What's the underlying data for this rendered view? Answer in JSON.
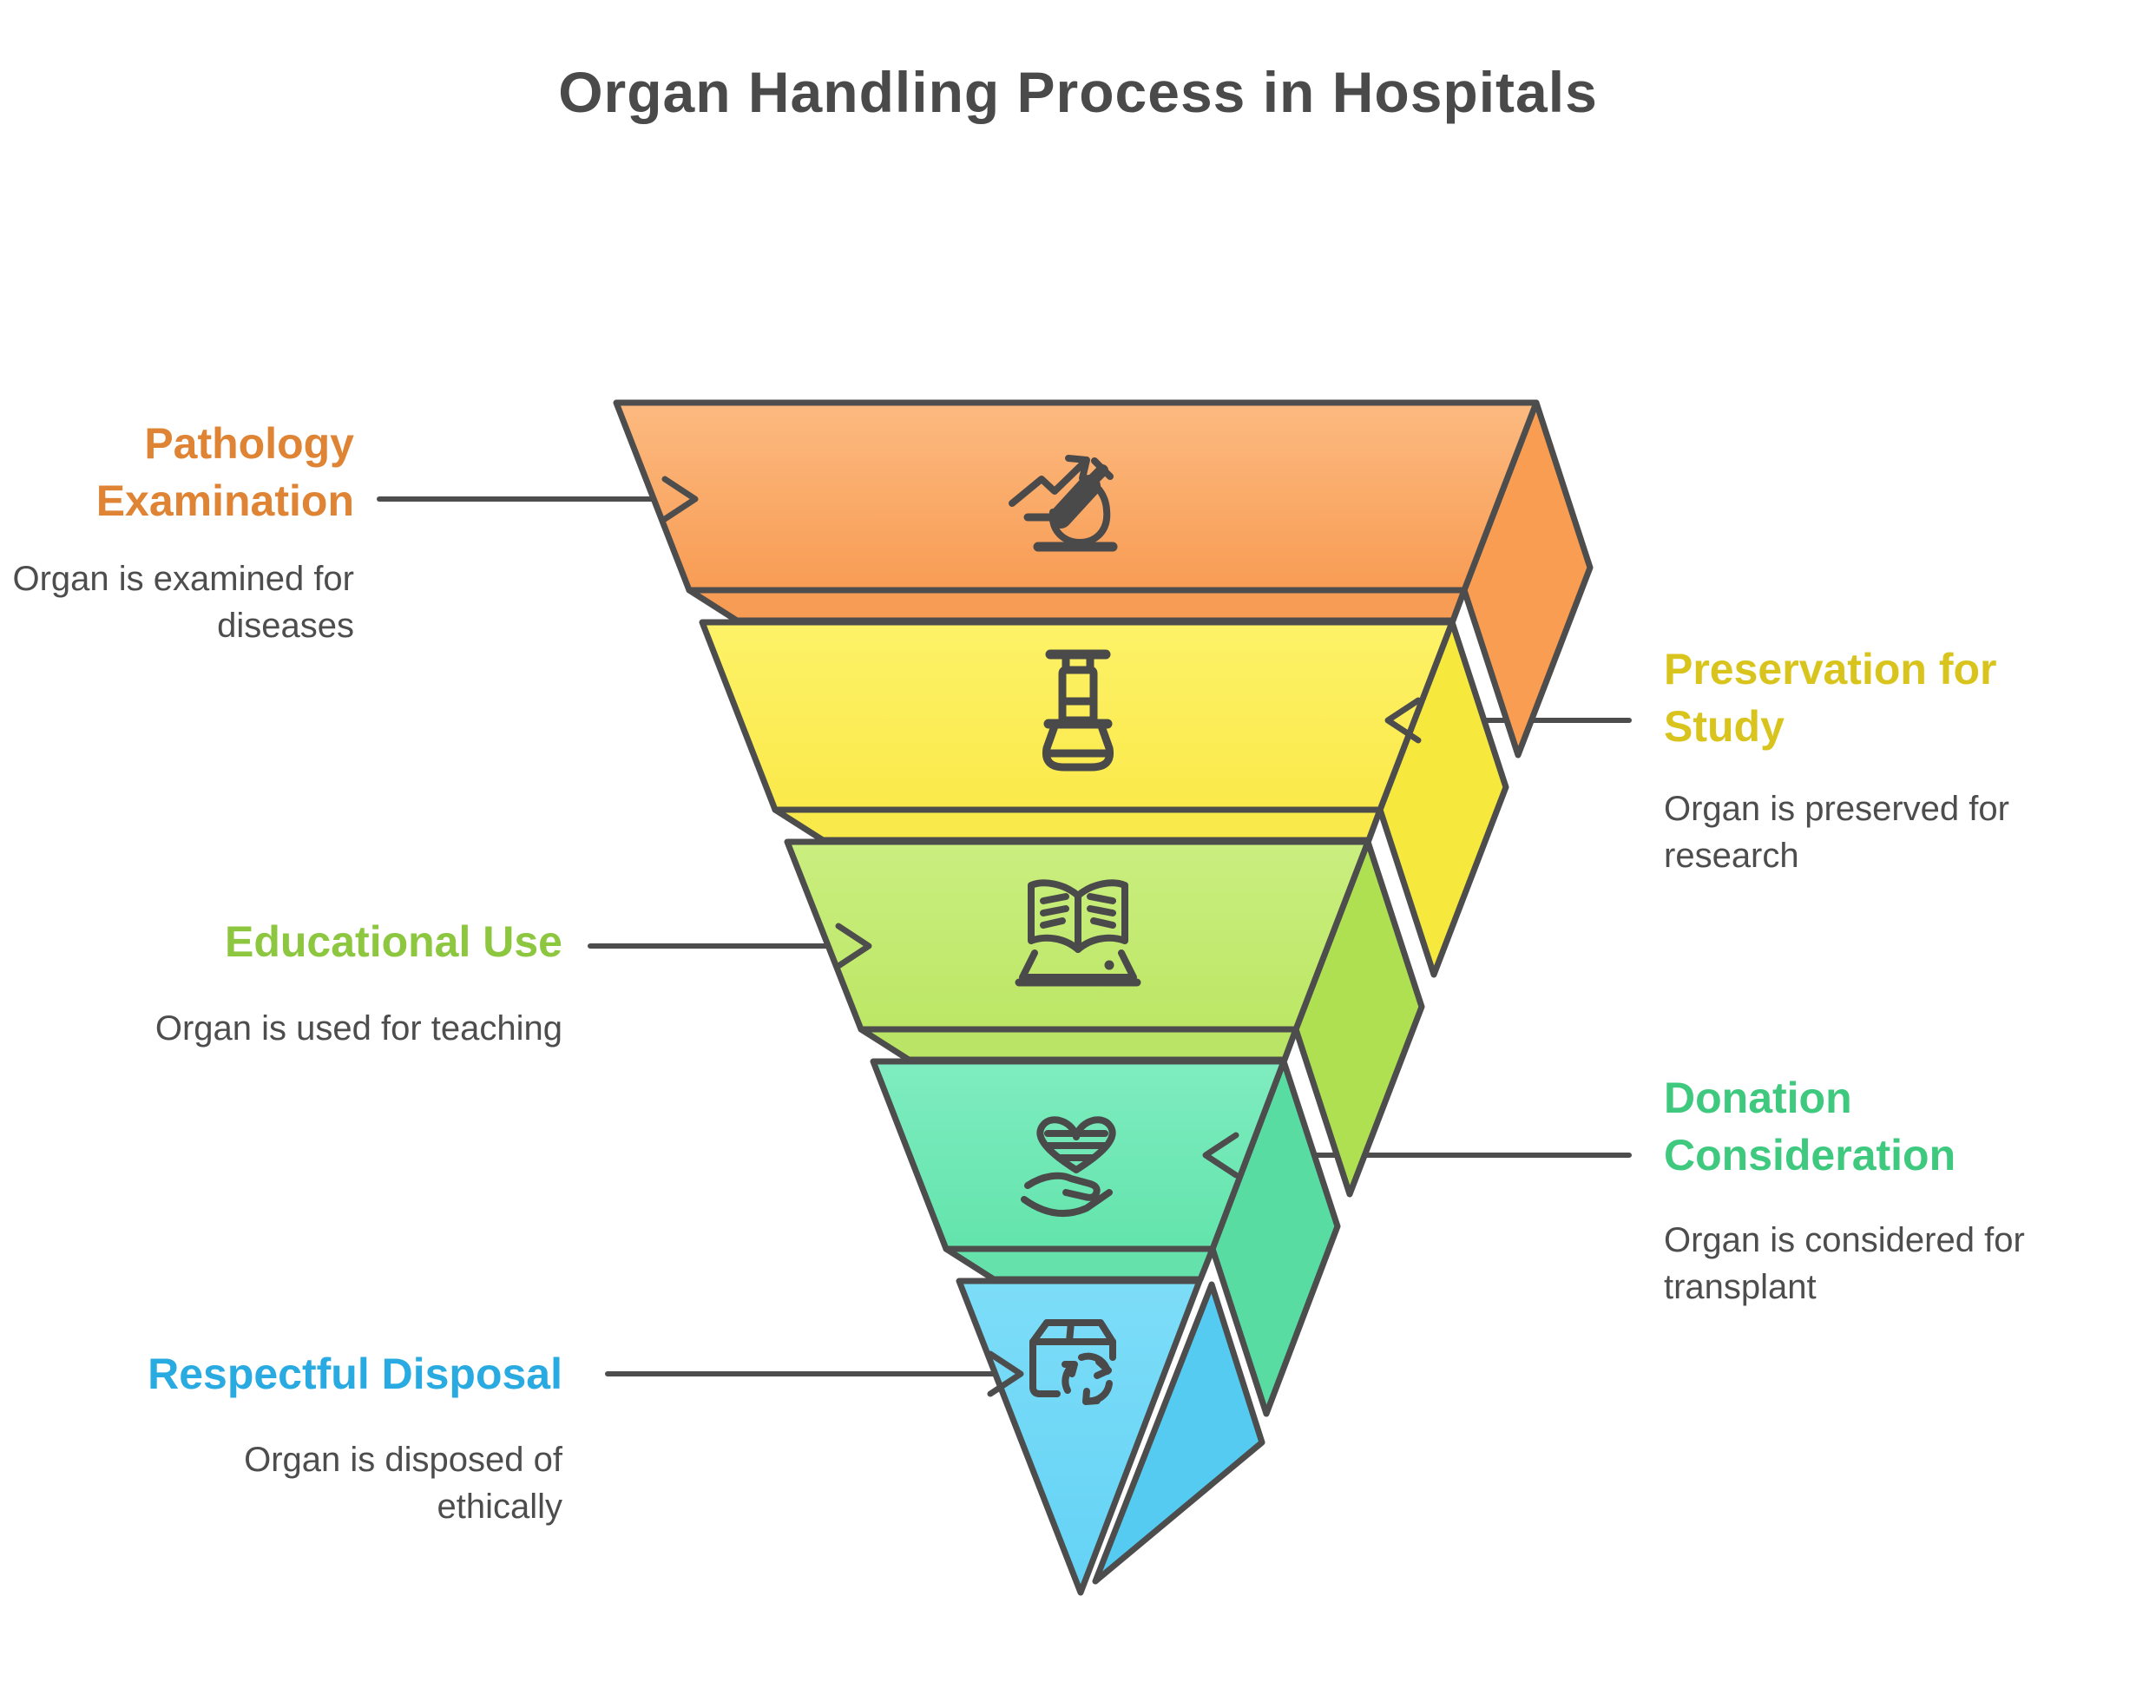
{
  "title": "Organ Handling Process in Hospitals",
  "stages": [
    {
      "label": "Pathology Examination",
      "description": "Organ is examined for diseases",
      "label_color": "#DE8434",
      "fill": "#FAAB66",
      "side_fill": "#F89D52",
      "icon": "microscope-icon",
      "label_side": "left"
    },
    {
      "label": "Preservation for Study",
      "description": "Organ is preserved for research",
      "label_color": "#D9C41E",
      "fill": "#FBEE55",
      "side_fill": "#F7E83D",
      "icon": "specimen-jar-icon",
      "label_side": "right"
    },
    {
      "label": "Educational Use",
      "description": "Organ is used for teaching",
      "label_color": "#8DC63F",
      "fill": "#C2EA6F",
      "side_fill": "#AFE051",
      "icon": "open-book-icon",
      "label_side": "left"
    },
    {
      "label": "Donation Consideration",
      "description": "Organ is considered for transplant",
      "label_color": "#3EC97F",
      "fill": "#6FE8B7",
      "side_fill": "#58DCA2",
      "icon": "heart-in-hand-icon",
      "label_side": "right"
    },
    {
      "label": "Respectful Disposal",
      "description": "Organ is disposed of ethically",
      "label_color": "#29ABE2",
      "fill": "#6FD7F6",
      "side_fill": "#55CBF1",
      "icon": "recycle-box-icon",
      "label_side": "left"
    }
  ],
  "colors": {
    "outline": "#4D4D4D",
    "text": "#4D4D4D",
    "background": "#FFFFFF",
    "title": "#4A4A4A"
  }
}
